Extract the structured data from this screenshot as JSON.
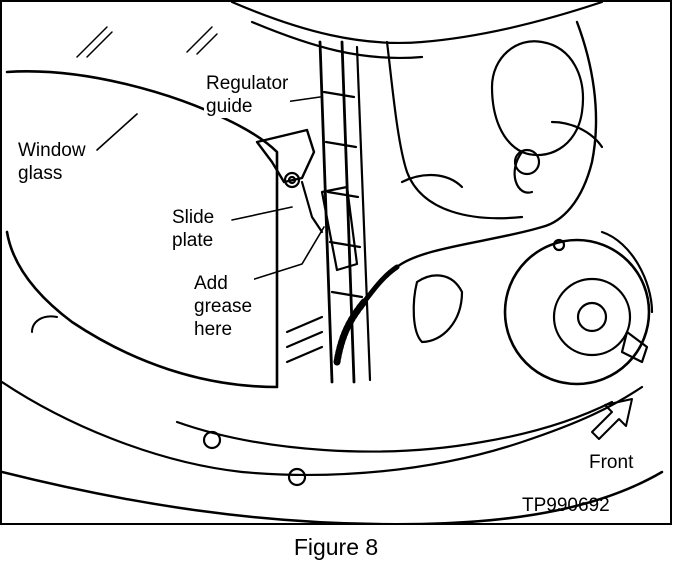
{
  "figure": {
    "caption": "Figure 8",
    "code": "TP990692"
  },
  "labels": {
    "regulator_guide_1": "Regulator",
    "regulator_guide_2": "guide",
    "window_glass_1": "Window",
    "window_glass_2": "glass",
    "slide_plate_1": "Slide",
    "slide_plate_2": "plate",
    "add_grease_1": "Add",
    "add_grease_2": "grease",
    "add_grease_3": "here",
    "front": "Front"
  }
}
